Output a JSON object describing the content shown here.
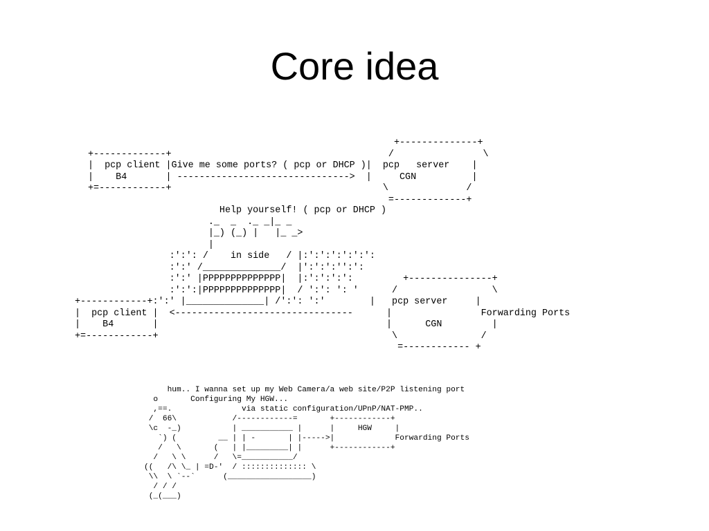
{
  "slide": {
    "title": "Core idea",
    "diagram_1": "                                                       +--------------+\n+-------------+                                       /                \\\n|  pcp client |Give me some ports? ( pcp or DHCP )|  pcp   server    |\n|    B4       | ------------------------------->  |     CGN          |\n+=------------+                                      \\              /\n                                                      =-------------+",
    "diagram_2": "                          Help yourself! ( pcp or DHCP )\n                        ._  _  ._ _|_ _\n                        |_) (_) |   |_ _>\n                        |\n                 :':': /    in side   / |:':':':':':':\n                 :':' /______________/  |':':':'':':\n                 :':' |PPPPPPPPPPPPPP|  |:':':':':         +---------------+\n                 :':':|PPPPPPPPPPPPPP|  / ':': ': '      /                 \\\n+------------+:':' |______________| /':': ':'        |   pcp server     |\n|  pcp client |  <--------------------------------      |                Forwarding Ports\n|    B4       |                                         |      CGN         |\n+=------------+                                          \\               /\n                                                          =------------ +",
    "diagram_3": "     hum.. I wanna set up my Web Camera/a web site/P2P listening port\n  o       Configuring My HGW...\n  ,==.               via static configuration/UPnP/NAT-PMP..\n /  66\\            /------------=       +------------+\n \\c  -_)           | ___________ |      |     HGW     |\n   `) (         __ | | -       | |----->|             Forwarding Ports\n   /   \\       (   | |_________| |      +------------+\n  /   \\ \\      /   \\=___________/\n((   /\\ \\_ | =D-'  / :::::::::::::: \\\n \\\\  \\ `--`      (__________________)\n  / / /\n (_(___)"
  }
}
